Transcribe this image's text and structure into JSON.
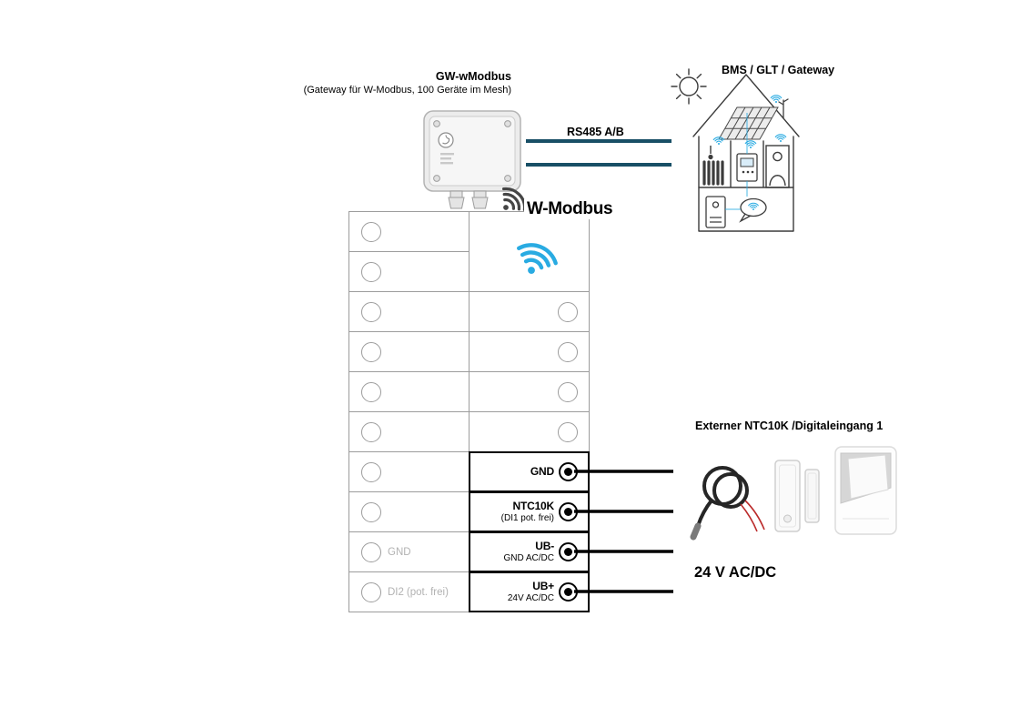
{
  "gateway": {
    "title": "GW-wModbus",
    "subtitle": "(Gateway für W-Modbus, 100 Geräte im Mesh)"
  },
  "labels": {
    "rs485": "RS485 A/B",
    "bms": "BMS / GLT / Gateway",
    "wmodbus": "W-Modbus",
    "external_input": "Externer NTC10K /Digitaleingang 1",
    "power": "24 V AC/DC"
  },
  "terminals": {
    "right": [
      {
        "label": "GND",
        "sub": ""
      },
      {
        "label": "NTC10K",
        "sub": "(DI1 pot. frei)"
      },
      {
        "label": "UB-",
        "sub": "GND AC/DC"
      },
      {
        "label": "UB+",
        "sub": "24V AC/DC"
      }
    ],
    "left": [
      {
        "label": "GND",
        "sub": ""
      },
      {
        "label": "DI2",
        "sub": "(pot. frei)"
      }
    ]
  },
  "icons": [
    "wifi-icon",
    "sun-icon",
    "radiator-icon",
    "thermostat-icon",
    "person-icon",
    "boiler-icon",
    "speech-bubble-icon",
    "solar-panel",
    "cable-glands",
    "ntc-sensor",
    "door-contact",
    "key-card-switch"
  ],
  "colors": {
    "wifi_blue": "#29abe2",
    "rs485_line": "#184f66",
    "table_border": "#9c9c9c",
    "terminal_border": "#000000",
    "muted_label": "#b2b2b2",
    "wire_black": "#000000"
  }
}
